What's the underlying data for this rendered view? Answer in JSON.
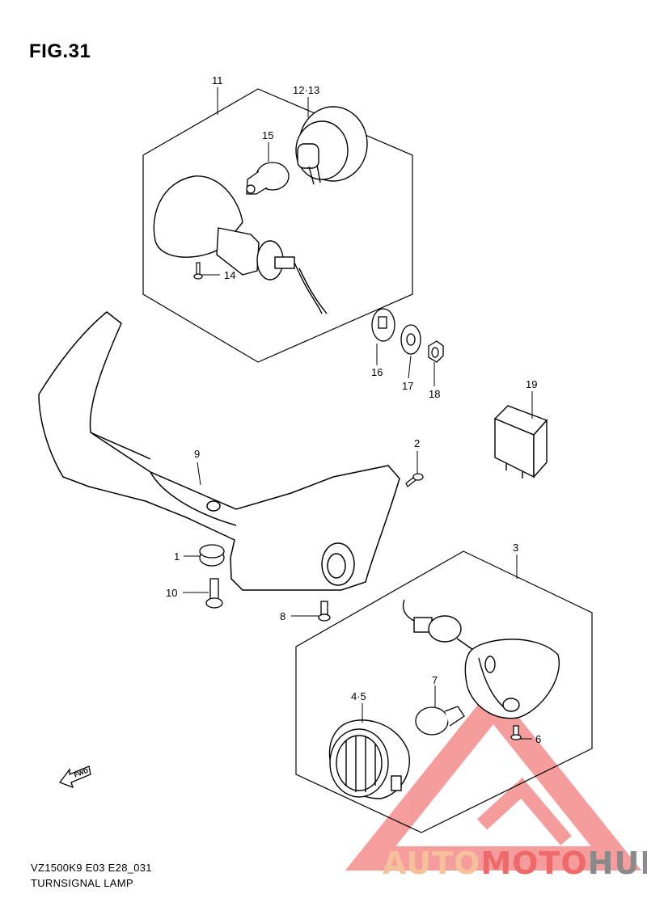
{
  "figure": {
    "title": "FIG.31",
    "model_code": "VZ1500K9 E03 E28_031",
    "name": "TURNSIGNAL LAMP"
  },
  "callouts": [
    {
      "id": "c11",
      "label": "11"
    },
    {
      "id": "c12",
      "label": "12·13"
    },
    {
      "id": "c15",
      "label": "15"
    },
    {
      "id": "c14",
      "label": "14"
    },
    {
      "id": "c16",
      "label": "16"
    },
    {
      "id": "c17",
      "label": "17"
    },
    {
      "id": "c18",
      "label": "18"
    },
    {
      "id": "c19",
      "label": "19"
    },
    {
      "id": "c2",
      "label": "2"
    },
    {
      "id": "c9",
      "label": "9"
    },
    {
      "id": "c1",
      "label": "1"
    },
    {
      "id": "c10",
      "label": "10"
    },
    {
      "id": "c8",
      "label": "8"
    },
    {
      "id": "c3",
      "label": "3"
    },
    {
      "id": "c7",
      "label": "7"
    },
    {
      "id": "c45",
      "label": "4·5"
    },
    {
      "id": "c6",
      "label": "6"
    }
  ],
  "fwd_arrow_text": "FWD",
  "watermark": {
    "part1": "AUTO",
    "part2": "MOTO",
    "part3": "HUB",
    "color_light": "#f5c09a",
    "color_red": "#e85050",
    "color_dark": "#7a7a7a"
  }
}
